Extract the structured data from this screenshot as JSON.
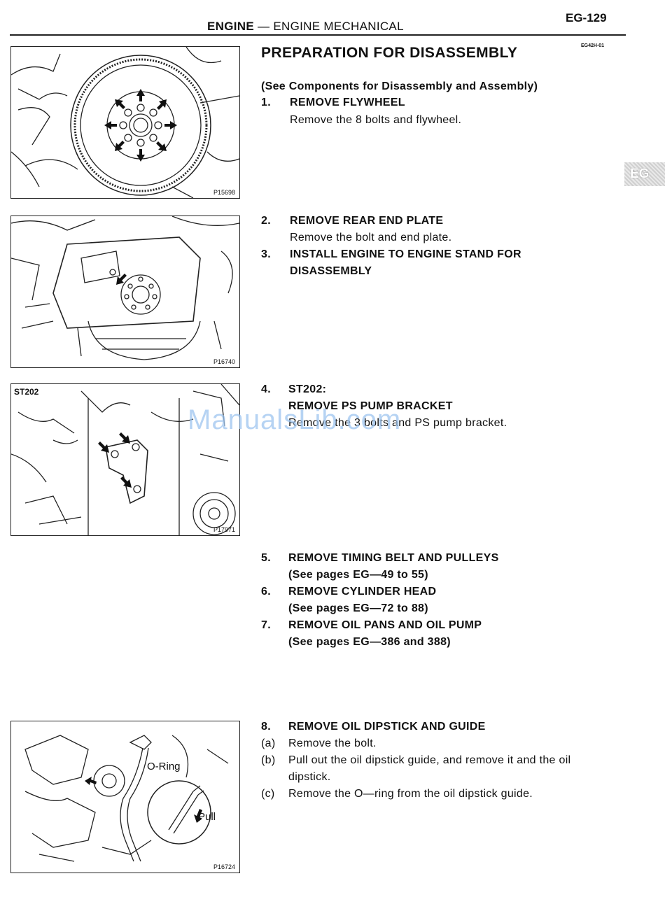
{
  "header": {
    "section": "ENGINE",
    "separator": "—",
    "subsection": "ENGINE MECHANICAL",
    "page_number": "EG-129",
    "doc_code": "EG42H-01",
    "side_tab": "EG"
  },
  "title": "PREPARATION FOR DISASSEMBLY",
  "intro": "(See Components for Disassembly and Assembly)",
  "steps": [
    {
      "num": "1.",
      "title": "REMOVE FLYWHEEL",
      "body": "Remove the 8 bolts and flywheel."
    },
    {
      "num": "2.",
      "title": "REMOVE REAR END PLATE",
      "body": "Remove the bolt and end plate."
    },
    {
      "num": "3.",
      "title": "INSTALL ENGINE TO ENGINE STAND FOR",
      "title2": "DISASSEMBLY"
    },
    {
      "num": "4.",
      "title": "ST202:",
      "title2": "REMOVE PS PUMP BRACKET",
      "body": "Remove the 3 bolts and PS pump bracket."
    },
    {
      "num": "5.",
      "title": "REMOVE TIMING BELT AND PULLEYS",
      "ref": "(See pages EG—49 to 55)"
    },
    {
      "num": "6.",
      "title": "REMOVE CYLINDER HEAD",
      "ref": "(See pages EG—72 to 88)"
    },
    {
      "num": "7.",
      "title": "REMOVE OIL PANS AND OIL PUMP",
      "ref": "(See pages EG—386 and 388)"
    },
    {
      "num": "8.",
      "title": "REMOVE OIL DIPSTICK AND GUIDE",
      "subs": [
        {
          "label": "(a)",
          "text": "Remove the bolt."
        },
        {
          "label": "(b)",
          "text": "Pull out the oil dipstick guide, and remove it and the oil",
          "text2": "dipstick."
        },
        {
          "label": "(c)",
          "text": "Remove the O—ring from the oil dipstick guide."
        }
      ]
    }
  ],
  "figures": [
    {
      "id": "P15698",
      "tag": ""
    },
    {
      "id": "P16740",
      "tag": ""
    },
    {
      "id": "P17971",
      "tag": "ST202"
    },
    {
      "id": "P16724",
      "tag": "",
      "callouts": [
        "O-Ring",
        "Pull"
      ]
    }
  ],
  "watermark": "ManualsLib.com"
}
